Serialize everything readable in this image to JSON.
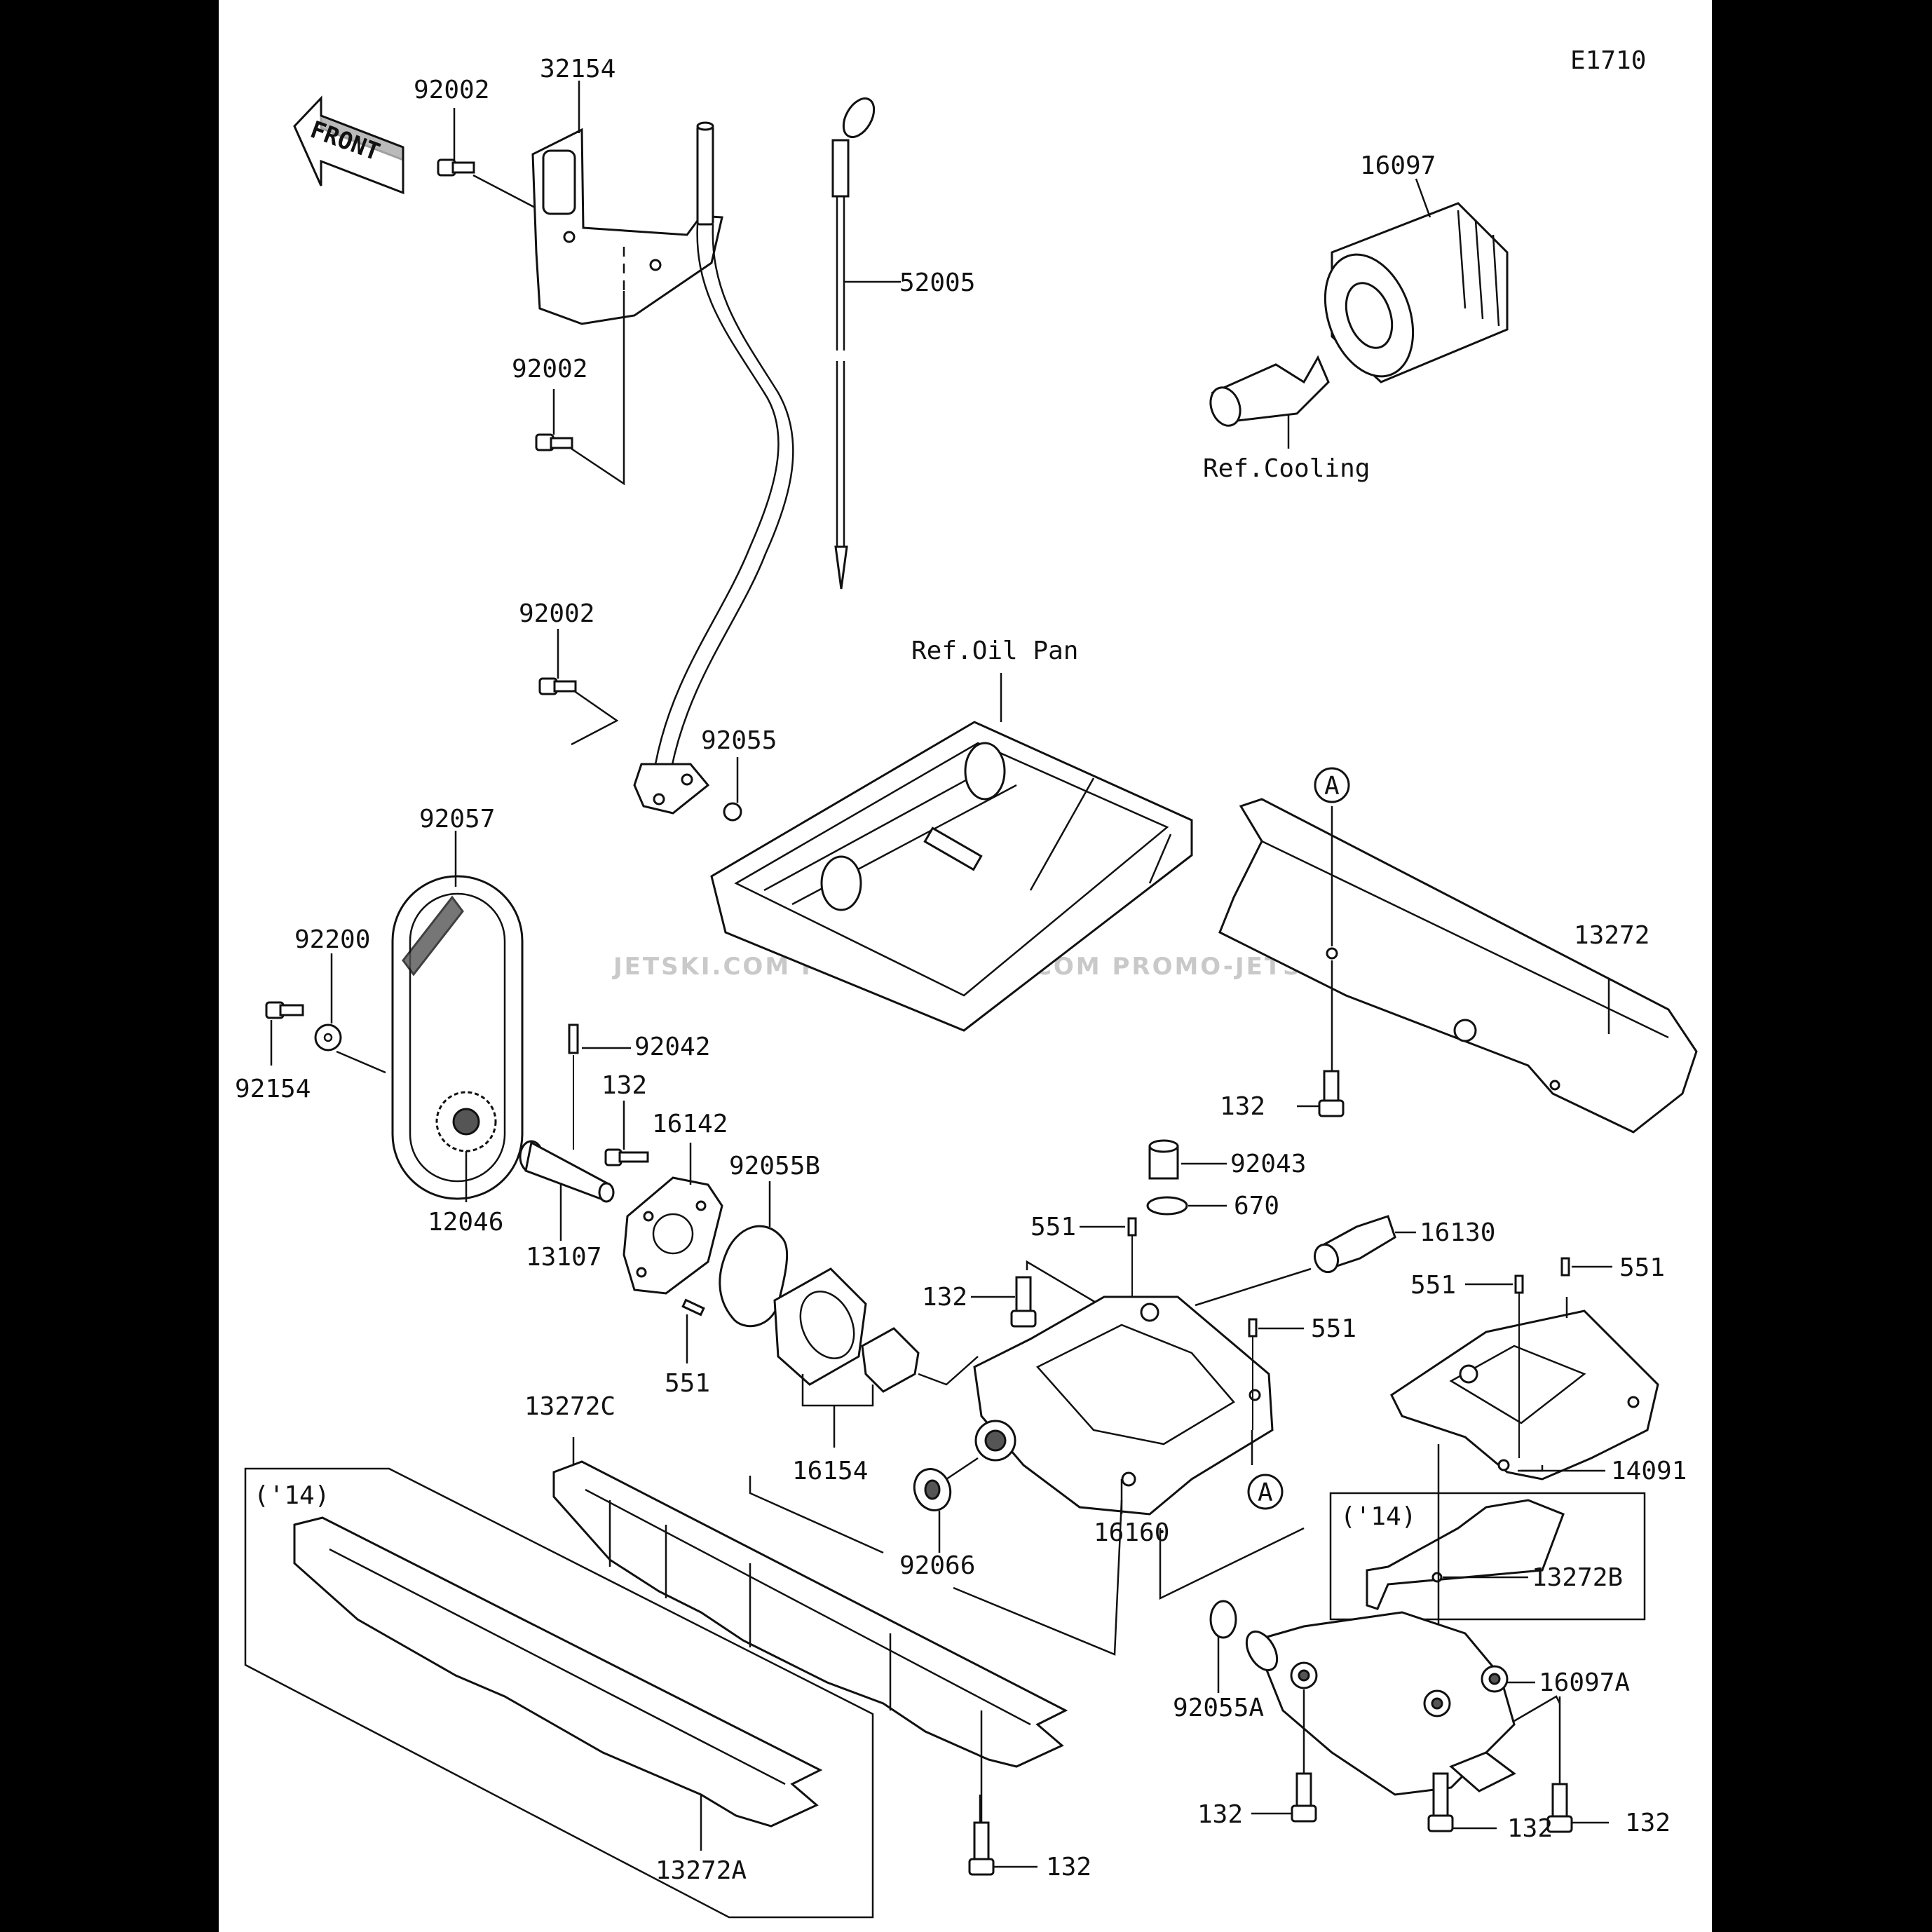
{
  "diagram_code": "E1710",
  "front_arrow_label": "FRONT",
  "references": {
    "cooling": "Ref.Cooling",
    "oil_pan": "Ref.Oil Pan"
  },
  "variant_tag": "('14)",
  "callout_a": "A",
  "watermark": "JETSKI.COM   PROMO-JETSKI.COM   PROMO-JETSKI.COM",
  "part_labels": {
    "p92002_a": "92002",
    "p32154": "32154",
    "p92002_b": "92002",
    "p52005": "52005",
    "p16097": "16097",
    "p92002_c": "92002",
    "p92055": "92055",
    "p92057": "92057",
    "p92200": "92200",
    "p92154": "92154",
    "p92042": "92042",
    "p132_a": "132",
    "p16142": "16142",
    "p92055B": "92055B",
    "p12046": "12046",
    "p13107": "13107",
    "p551_a": "551",
    "p16154": "16154",
    "p13272": "13272",
    "p132_b": "132",
    "p92043": "92043",
    "p670": "670",
    "p551_b": "551",
    "p16130": "16130",
    "p132_c": "132",
    "p551_c": "551",
    "p551_d": "551",
    "p551_e": "551",
    "p14091": "14091",
    "p13272C": "13272C",
    "p16160": "16160",
    "p92066": "92066",
    "p13272B": "13272B",
    "p92055A": "92055A",
    "p16097A": "16097A",
    "p132_d": "132",
    "p132_e": "132",
    "p132_f": "132",
    "p13272A": "13272A",
    "p132_g": "132"
  }
}
